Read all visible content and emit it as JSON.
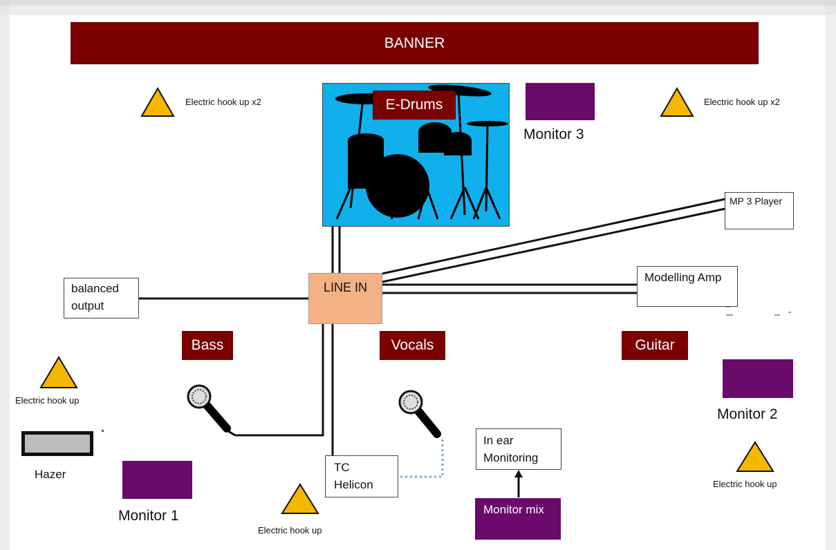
{
  "banner": {
    "label": "BANNER"
  },
  "drums": {
    "label": "E-Drums"
  },
  "line_in": {
    "label": "LINE IN"
  },
  "sections": {
    "bass": "Bass",
    "vocals": "Vocals",
    "guitar": "Guitar"
  },
  "monitors": {
    "m1": "Monitor 1",
    "m2": "Monitor 2",
    "m3": "Monitor 3"
  },
  "boxes": {
    "balanced_output": "balanced output",
    "mp3_player": "MP 3 Player",
    "modelling_amp": "Modelling Amp",
    "tc_helicon": "TC Helicon",
    "in_ear": "In ear Monitoring",
    "monitor_mix": "Monitor mix"
  },
  "electric": {
    "top_left": "Electric hook up x2",
    "top_right": "Electric hook up x2",
    "left": "Electric hook up",
    "bottom_center": "Electric hook up",
    "right": "Electric hook up"
  },
  "hazer": {
    "label": "Hazer"
  },
  "colors": {
    "dark_red": "#7b0000",
    "purple": "#6a0a6a",
    "sky_blue": "#10b0ec",
    "peach": "#f4b183",
    "amber": "#f5b700",
    "dotted_cable": "#6fa8dc"
  },
  "icons": [
    "warning-triangle-icon",
    "microphone-icon",
    "drum-kit-icon"
  ]
}
